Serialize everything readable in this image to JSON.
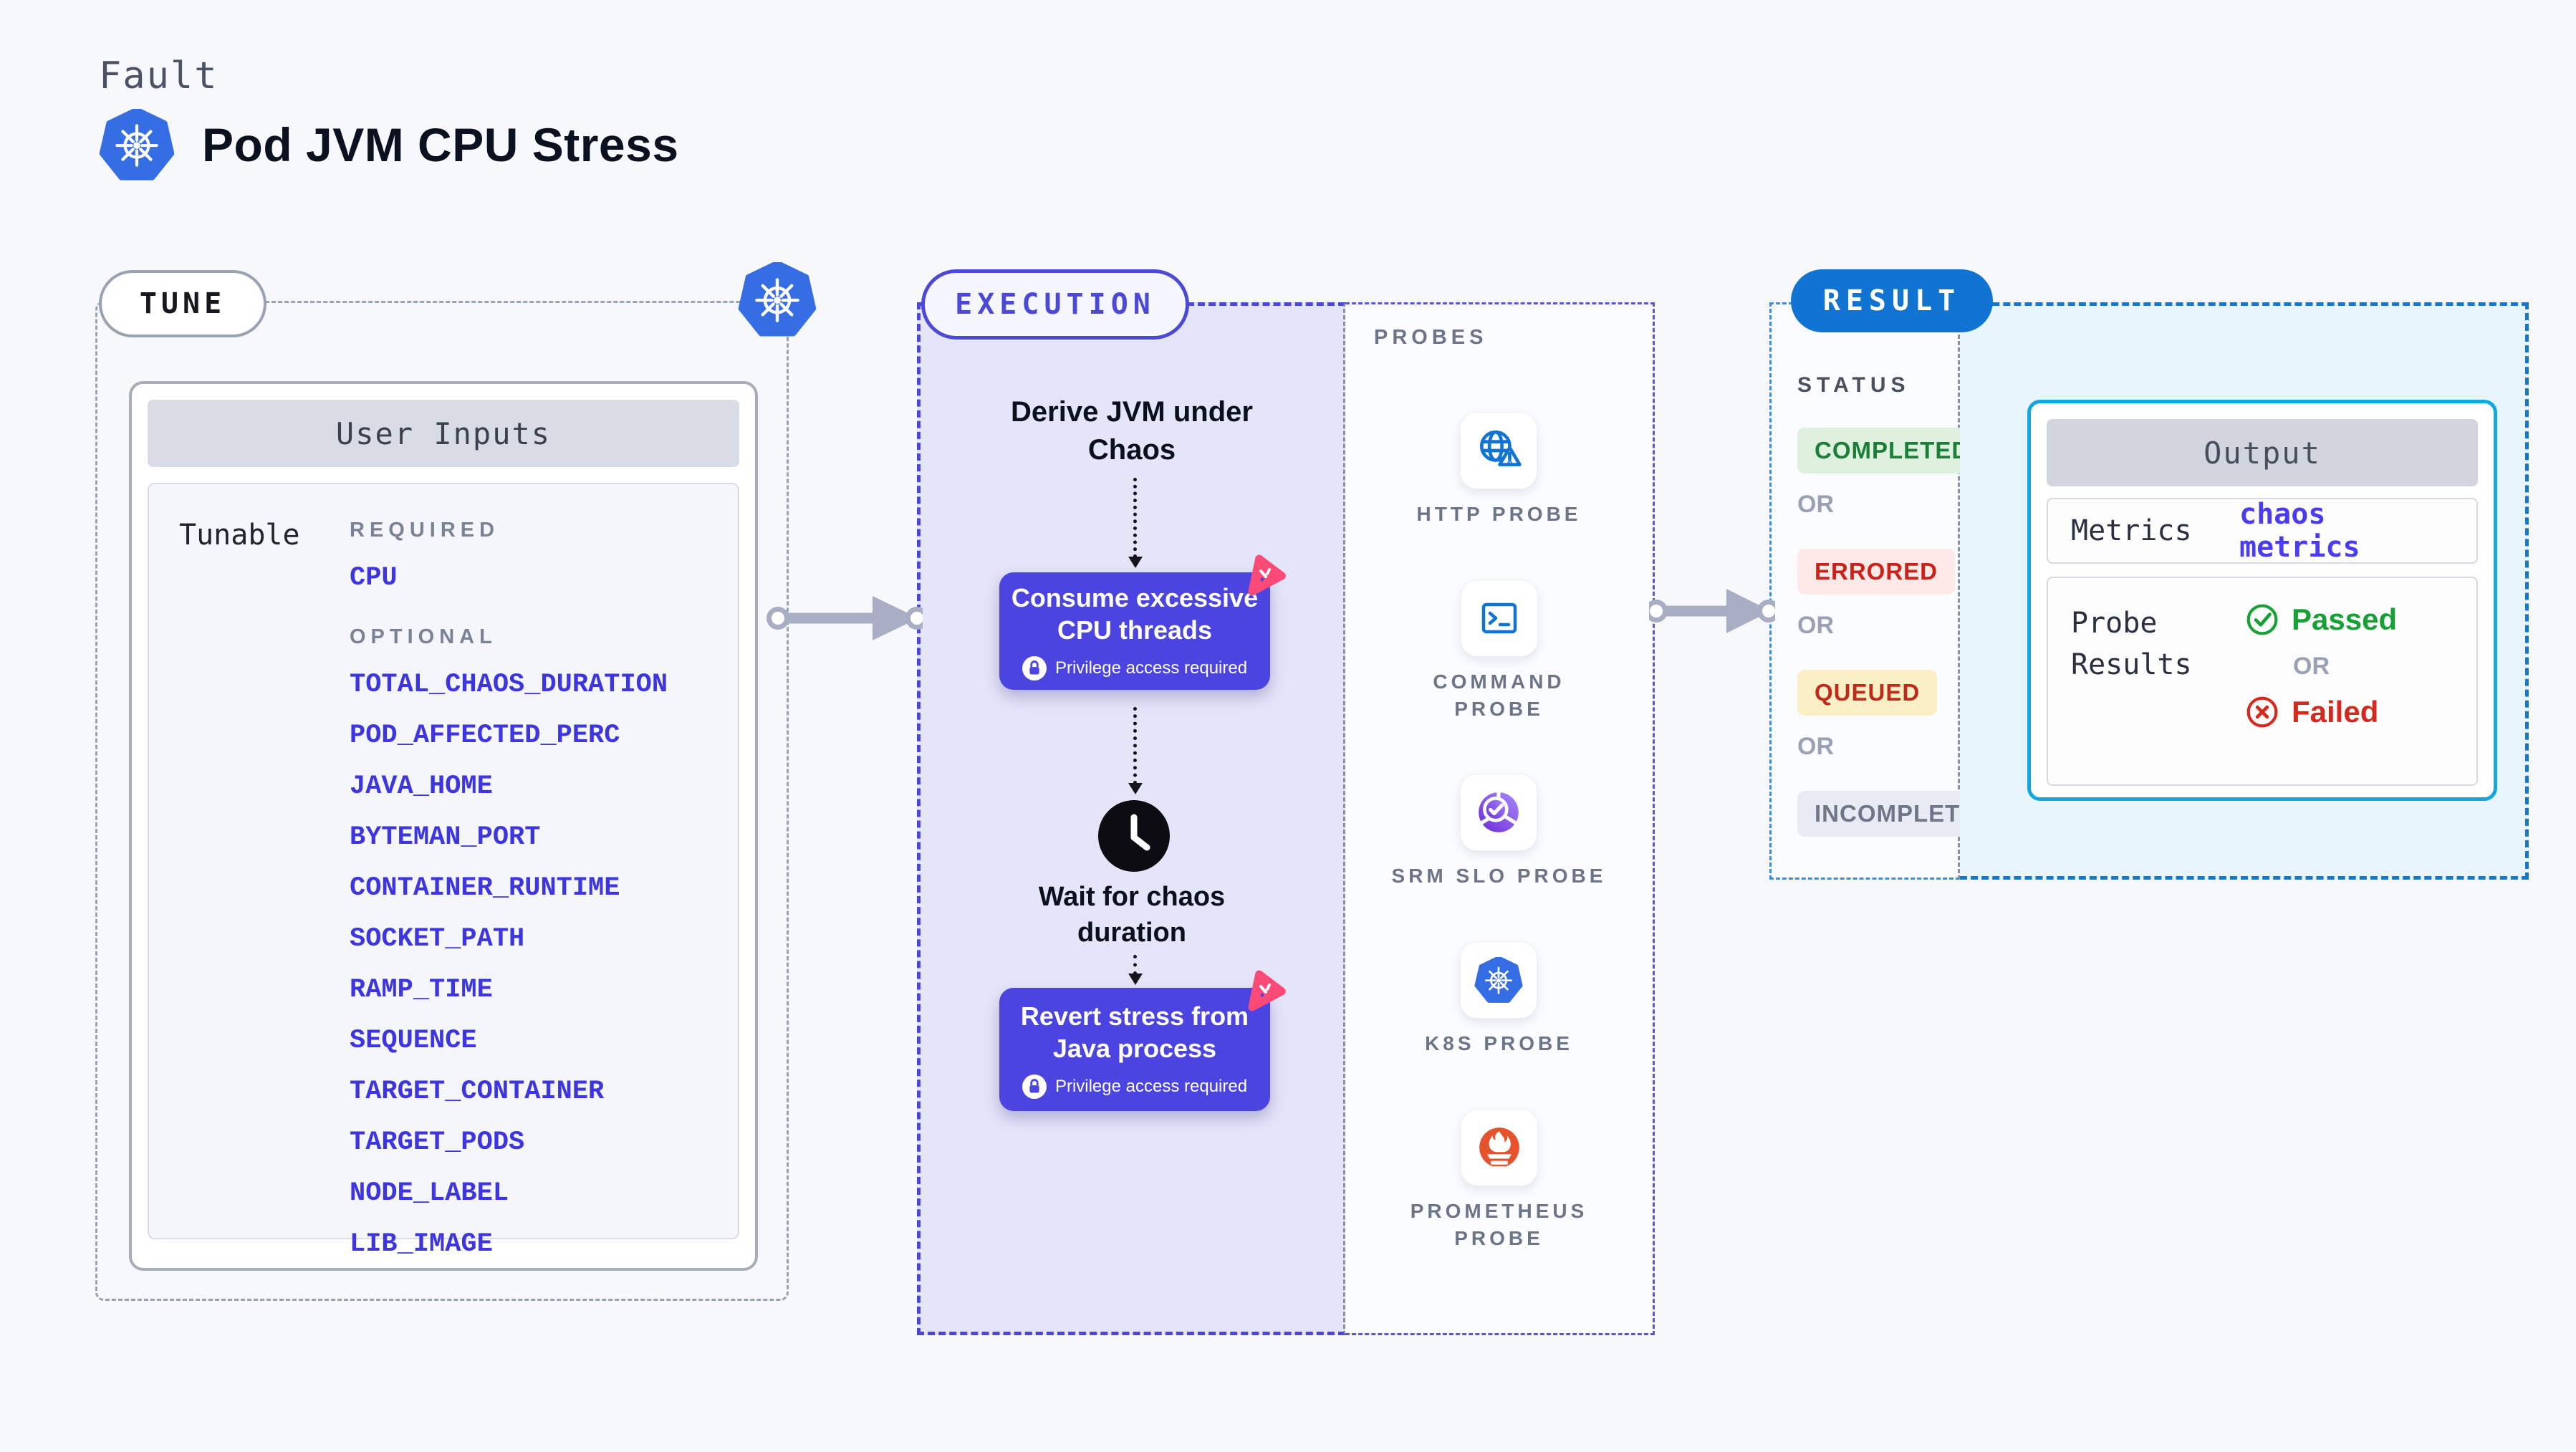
{
  "header": {
    "kicker": "Fault",
    "title": "Pod JVM CPU Stress"
  },
  "tune": {
    "label": "TUNE",
    "card_title": "User Inputs",
    "row_label": "Tunable",
    "required_label": "REQUIRED",
    "required_items": [
      "CPU"
    ],
    "optional_label": "OPTIONAL",
    "optional_items": [
      "TOTAL_CHAOS_DURATION",
      "POD_AFFECTED_PERC",
      "JAVA_HOME",
      "BYTEMAN_PORT",
      "CONTAINER_RUNTIME",
      "SOCKET_PATH",
      "RAMP_TIME",
      "SEQUENCE",
      "TARGET_CONTAINER",
      "TARGET_PODS",
      "NODE_LABEL",
      "LIB_IMAGE"
    ]
  },
  "execution": {
    "label": "EXECUTION",
    "step_derive": "Derive JVM under\nChaos",
    "step_consume": "Consume excessive\nCPU threads",
    "step_wait": "Wait for chaos\nduration",
    "step_revert": "Revert stress from\nJava process",
    "privilege_note": "Privilege access required"
  },
  "probes": {
    "label": "PROBES",
    "items": [
      {
        "label": "HTTP PROBE",
        "icon": "http-probe-icon"
      },
      {
        "label": "COMMAND PROBE",
        "icon": "command-probe-icon"
      },
      {
        "label": "SRM SLO PROBE",
        "icon": "srm-slo-probe-icon"
      },
      {
        "label": "K8S PROBE",
        "icon": "k8s-probe-icon"
      },
      {
        "label": "PROMETHEUS PROBE",
        "icon": "prometheus-probe-icon"
      }
    ]
  },
  "result": {
    "label": "RESULT",
    "status_label": "STATUS",
    "or_label": "OR",
    "statuses": [
      {
        "text": "COMPLETED",
        "fg": "#1b7f37",
        "bg": "#def0de"
      },
      {
        "text": "ERRORED",
        "fg": "#cc2018",
        "bg": "#fdeae8"
      },
      {
        "text": "QUEUED",
        "fg": "#bf2b1a",
        "bg": "#fbf0c5"
      },
      {
        "text": "INCOMPLETED",
        "fg": "#6f7688",
        "bg": "#e9ebf4"
      }
    ],
    "output": {
      "title": "Output",
      "metrics_label": "Metrics",
      "metrics_value": "chaos metrics",
      "probe_results_label": "Probe\nResults",
      "passed_label": "Passed",
      "failed_label": "Failed"
    }
  },
  "colors": {
    "accent_indigo": "#4c49d8",
    "accent_blue": "#1174d3",
    "node_purple": "#4b44e0",
    "litmus_pink": "#fb4a77",
    "input_blue": "#3d35e0",
    "passed_green": "#17a034",
    "failed_red": "#d6281c",
    "metrics_value_blue": "#4a3cf0",
    "k8s_blue": "#356de5",
    "prometheus_orange": "#e6522c"
  }
}
